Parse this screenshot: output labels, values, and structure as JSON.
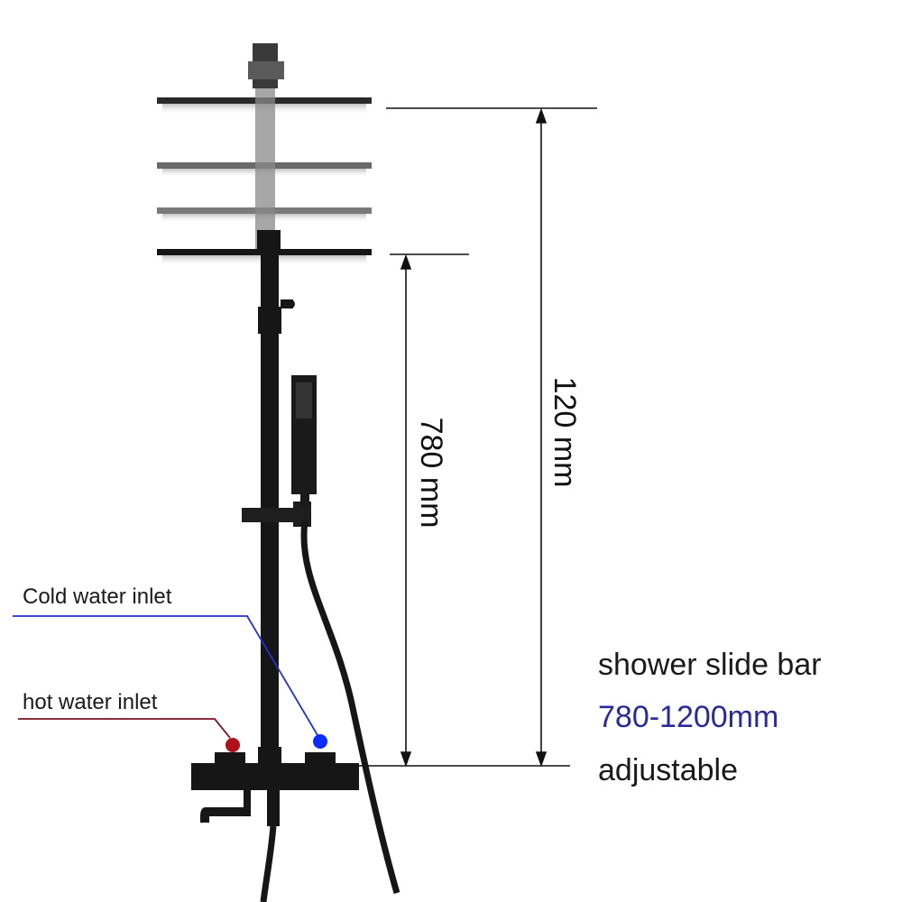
{
  "labels": {
    "cold_inlet": "Cold water inlet",
    "hot_inlet": "hot water inlet",
    "dim_short": "780 mm",
    "dim_tall": "120 mm",
    "product_line1": "shower slide bar",
    "product_line2": "780-1200mm",
    "product_line3": "adjustable"
  },
  "colors": {
    "cold_marker": "#0b2bff",
    "cold_line": "#2233cc",
    "hot_marker": "#b0101a",
    "hot_line": "#7a1020",
    "range_text": "#2a2a9a",
    "fixture": "#161616"
  },
  "icons": {
    "cold_marker": "blue-dot-icon",
    "hot_marker": "red-dot-icon"
  }
}
